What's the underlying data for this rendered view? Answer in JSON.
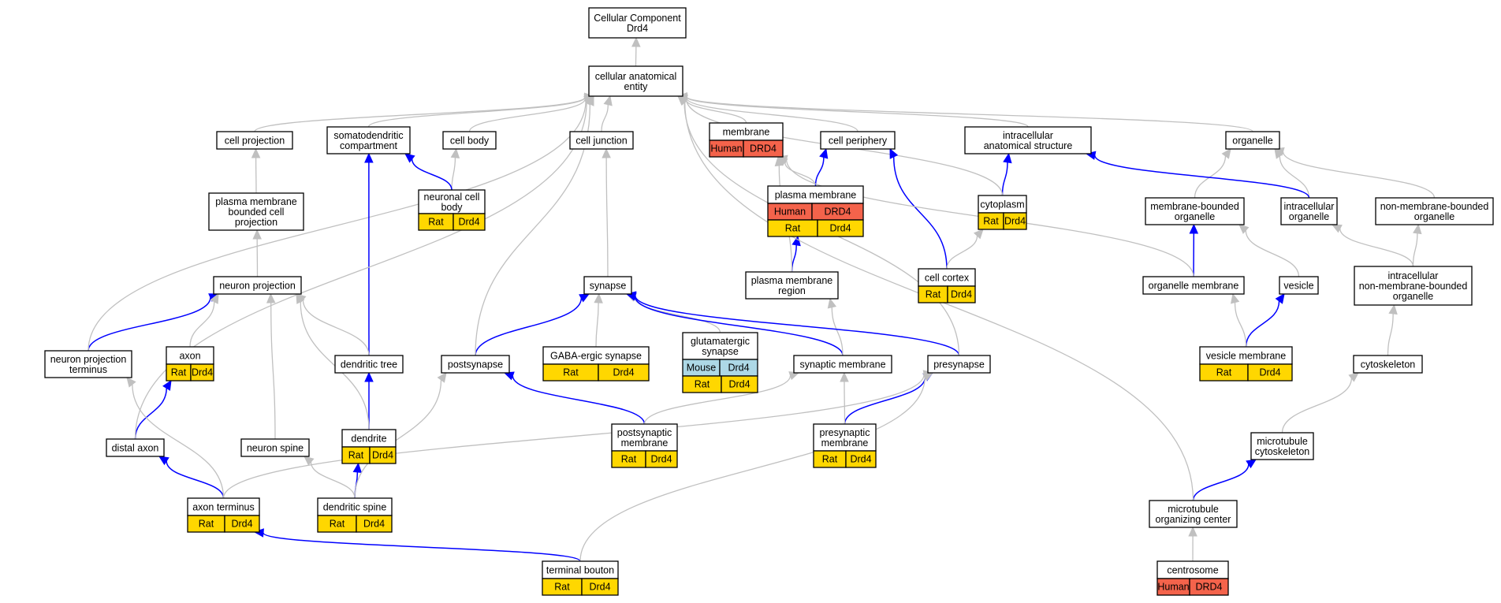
{
  "colors": {
    "human": "#f4634b",
    "rat": "#ffd700",
    "mouse": "#add8e6",
    "edge_isa": "#c0c0c0",
    "edge_partof": "#0000ff"
  },
  "nodes": [
    {
      "id": "root",
      "lines": [
        "Cellular Component",
        "Drd4"
      ],
      "ann": []
    },
    {
      "id": "cae",
      "lines": [
        "cellular anatomical",
        "entity"
      ],
      "ann": []
    },
    {
      "id": "cellproj",
      "lines": [
        "cell projection"
      ],
      "ann": []
    },
    {
      "id": "somato",
      "lines": [
        "somatodendritic",
        "compartment"
      ],
      "ann": []
    },
    {
      "id": "cellbody",
      "lines": [
        "cell body"
      ],
      "ann": []
    },
    {
      "id": "celljunc",
      "lines": [
        "cell junction"
      ],
      "ann": []
    },
    {
      "id": "membrane",
      "lines": [
        "membrane"
      ],
      "ann": [
        [
          {
            "t": "Human",
            "c": "human"
          },
          {
            "t": "DRD4",
            "c": "human"
          }
        ]
      ]
    },
    {
      "id": "cellper",
      "lines": [
        "cell periphery"
      ],
      "ann": []
    },
    {
      "id": "ias",
      "lines": [
        "intracellular",
        "anatomical structure"
      ],
      "ann": []
    },
    {
      "id": "organelle",
      "lines": [
        "organelle"
      ],
      "ann": []
    },
    {
      "id": "pmbcp",
      "lines": [
        "plasma membrane",
        "bounded cell",
        "projection"
      ],
      "ann": []
    },
    {
      "id": "ncb",
      "lines": [
        "neuronal cell",
        "body"
      ],
      "ann": [
        [
          {
            "t": "Rat",
            "c": "rat"
          },
          {
            "t": "Drd4",
            "c": "rat"
          }
        ]
      ]
    },
    {
      "id": "pm",
      "lines": [
        "plasma membrane"
      ],
      "ann": [
        [
          {
            "t": "Human",
            "c": "human"
          },
          {
            "t": "DRD4",
            "c": "human"
          }
        ],
        [
          {
            "t": "Rat",
            "c": "rat"
          },
          {
            "t": "Drd4",
            "c": "rat"
          }
        ]
      ]
    },
    {
      "id": "cytoplasm",
      "lines": [
        "cytoplasm"
      ],
      "ann": [
        [
          {
            "t": "Rat",
            "c": "rat"
          },
          {
            "t": "Drd4",
            "c": "rat"
          }
        ]
      ]
    },
    {
      "id": "mbo",
      "lines": [
        "membrane-bounded",
        "organelle"
      ],
      "ann": []
    },
    {
      "id": "intorg",
      "lines": [
        "intracellular",
        "organelle"
      ],
      "ann": []
    },
    {
      "id": "nmbo",
      "lines": [
        "non-membrane-bounded",
        "organelle"
      ],
      "ann": []
    },
    {
      "id": "neuproj",
      "lines": [
        "neuron projection"
      ],
      "ann": []
    },
    {
      "id": "synapse",
      "lines": [
        "synapse"
      ],
      "ann": []
    },
    {
      "id": "pmr",
      "lines": [
        "plasma membrane",
        "region"
      ],
      "ann": []
    },
    {
      "id": "cortex",
      "lines": [
        "cell cortex"
      ],
      "ann": [
        [
          {
            "t": "Rat",
            "c": "rat"
          },
          {
            "t": "Drd4",
            "c": "rat"
          }
        ]
      ]
    },
    {
      "id": "orgmem",
      "lines": [
        "organelle membrane"
      ],
      "ann": []
    },
    {
      "id": "vesicle",
      "lines": [
        "vesicle"
      ],
      "ann": []
    },
    {
      "id": "inmbo",
      "lines": [
        "intracellular",
        "non-membrane-bounded",
        "organelle"
      ],
      "ann": []
    },
    {
      "id": "npt",
      "lines": [
        "neuron projection",
        "terminus"
      ],
      "ann": []
    },
    {
      "id": "axon",
      "lines": [
        "axon"
      ],
      "ann": [
        [
          {
            "t": "Rat",
            "c": "rat"
          },
          {
            "t": "Drd4",
            "c": "rat"
          }
        ]
      ]
    },
    {
      "id": "dtree",
      "lines": [
        "dendritic tree"
      ],
      "ann": []
    },
    {
      "id": "postsyn",
      "lines": [
        "postsynapse"
      ],
      "ann": []
    },
    {
      "id": "gaba",
      "lines": [
        "GABA-ergic synapse"
      ],
      "ann": [
        [
          {
            "t": "Rat",
            "c": "rat"
          },
          {
            "t": "Drd4",
            "c": "rat"
          }
        ]
      ]
    },
    {
      "id": "glut",
      "lines": [
        "glutamatergic",
        "synapse"
      ],
      "ann": [
        [
          {
            "t": "Mouse",
            "c": "mouse"
          },
          {
            "t": "Drd4",
            "c": "mouse"
          }
        ],
        [
          {
            "t": "Rat",
            "c": "rat"
          },
          {
            "t": "Drd4",
            "c": "rat"
          }
        ]
      ]
    },
    {
      "id": "synmem",
      "lines": [
        "synaptic membrane"
      ],
      "ann": []
    },
    {
      "id": "presyn",
      "lines": [
        "presynapse"
      ],
      "ann": []
    },
    {
      "id": "vesmem",
      "lines": [
        "vesicle membrane"
      ],
      "ann": [
        [
          {
            "t": "Rat",
            "c": "rat"
          },
          {
            "t": "Drd4",
            "c": "rat"
          }
        ]
      ]
    },
    {
      "id": "cytosk",
      "lines": [
        "cytoskeleton"
      ],
      "ann": []
    },
    {
      "id": "dendrite",
      "lines": [
        "dendrite"
      ],
      "ann": [
        [
          {
            "t": "Rat",
            "c": "rat"
          },
          {
            "t": "Drd4",
            "c": "rat"
          }
        ]
      ]
    },
    {
      "id": "daxon",
      "lines": [
        "distal axon"
      ],
      "ann": []
    },
    {
      "id": "nspine",
      "lines": [
        "neuron spine"
      ],
      "ann": []
    },
    {
      "id": "psm",
      "lines": [
        "postsynaptic",
        "membrane"
      ],
      "ann": [
        [
          {
            "t": "Rat",
            "c": "rat"
          },
          {
            "t": "Drd4",
            "c": "rat"
          }
        ]
      ]
    },
    {
      "id": "prsm",
      "lines": [
        "presynaptic",
        "membrane"
      ],
      "ann": [
        [
          {
            "t": "Rat",
            "c": "rat"
          },
          {
            "t": "Drd4",
            "c": "rat"
          }
        ]
      ]
    },
    {
      "id": "mtcs",
      "lines": [
        "microtubule",
        "cytoskeleton"
      ],
      "ann": []
    },
    {
      "id": "aterm",
      "lines": [
        "axon terminus"
      ],
      "ann": [
        [
          {
            "t": "Rat",
            "c": "rat"
          },
          {
            "t": "Drd4",
            "c": "rat"
          }
        ]
      ]
    },
    {
      "id": "dspine",
      "lines": [
        "dendritic spine"
      ],
      "ann": [
        [
          {
            "t": "Rat",
            "c": "rat"
          },
          {
            "t": "Drd4",
            "c": "rat"
          }
        ]
      ]
    },
    {
      "id": "mtoc",
      "lines": [
        "microtubule",
        "organizing center"
      ],
      "ann": []
    },
    {
      "id": "tbouton",
      "lines": [
        "terminal bouton"
      ],
      "ann": [
        [
          {
            "t": "Rat",
            "c": "rat"
          },
          {
            "t": "Drd4",
            "c": "rat"
          }
        ]
      ]
    },
    {
      "id": "centrosome",
      "lines": [
        "centrosome"
      ],
      "ann": [
        [
          {
            "t": "Human",
            "c": "human"
          },
          {
            "t": "DRD4",
            "c": "human"
          }
        ]
      ]
    }
  ],
  "edges": [
    {
      "from": "cae",
      "to": "root",
      "type": "gray"
    },
    {
      "from": "cellproj",
      "to": "cae",
      "type": "gray"
    },
    {
      "from": "somato",
      "to": "cae",
      "type": "gray"
    },
    {
      "from": "cellbody",
      "to": "cae",
      "type": "gray"
    },
    {
      "from": "celljunc",
      "to": "cae",
      "type": "gray"
    },
    {
      "from": "membrane",
      "to": "cae",
      "type": "gray"
    },
    {
      "from": "cellper",
      "to": "cae",
      "type": "gray"
    },
    {
      "from": "ias",
      "to": "cae",
      "type": "gray"
    },
    {
      "from": "organelle",
      "to": "cae",
      "type": "gray"
    },
    {
      "from": "pmbcp",
      "to": "cellproj",
      "type": "gray"
    },
    {
      "from": "ncb",
      "to": "cellbody",
      "type": "gray"
    },
    {
      "from": "ncb",
      "to": "somato",
      "type": "blue"
    },
    {
      "from": "pm",
      "to": "membrane",
      "type": "gray"
    },
    {
      "from": "pm",
      "to": "cellper",
      "type": "blue"
    },
    {
      "from": "cytoplasm",
      "to": "ias",
      "type": "blue"
    },
    {
      "from": "cytoplasm",
      "to": "cae",
      "type": "gray"
    },
    {
      "from": "mbo",
      "to": "organelle",
      "type": "gray"
    },
    {
      "from": "intorg",
      "to": "organelle",
      "type": "gray"
    },
    {
      "from": "intorg",
      "to": "ias",
      "type": "blue"
    },
    {
      "from": "nmbo",
      "to": "organelle",
      "type": "gray"
    },
    {
      "from": "neuproj",
      "to": "pmbcp",
      "type": "gray"
    },
    {
      "from": "synapse",
      "to": "celljunc",
      "type": "gray"
    },
    {
      "from": "pmr",
      "to": "pm",
      "type": "blue"
    },
    {
      "from": "pmr",
      "to": "membrane",
      "type": "gray"
    },
    {
      "from": "cortex",
      "to": "cellper",
      "type": "blue"
    },
    {
      "from": "cortex",
      "to": "cytoplasm",
      "type": "gray"
    },
    {
      "from": "orgmem",
      "to": "mbo",
      "type": "blue"
    },
    {
      "from": "orgmem",
      "to": "membrane",
      "type": "gray"
    },
    {
      "from": "vesicle",
      "to": "mbo",
      "type": "gray"
    },
    {
      "from": "inmbo",
      "to": "nmbo",
      "type": "gray"
    },
    {
      "from": "inmbo",
      "to": "intorg",
      "type": "gray"
    },
    {
      "from": "npt",
      "to": "neuproj",
      "type": "blue"
    },
    {
      "from": "npt",
      "to": "cae",
      "type": "gray"
    },
    {
      "from": "axon",
      "to": "neuproj",
      "type": "gray"
    },
    {
      "from": "dtree",
      "to": "somato",
      "type": "blue"
    },
    {
      "from": "dtree",
      "to": "neuproj",
      "type": "gray"
    },
    {
      "from": "postsyn",
      "to": "synapse",
      "type": "blue"
    },
    {
      "from": "postsyn",
      "to": "cae",
      "type": "gray"
    },
    {
      "from": "gaba",
      "to": "synapse",
      "type": "gray"
    },
    {
      "from": "glut",
      "to": "synapse",
      "type": "gray"
    },
    {
      "from": "synmem",
      "to": "synapse",
      "type": "blue"
    },
    {
      "from": "synmem",
      "to": "pmr",
      "type": "gray"
    },
    {
      "from": "presyn",
      "to": "synapse",
      "type": "blue"
    },
    {
      "from": "presyn",
      "to": "cae",
      "type": "gray"
    },
    {
      "from": "vesmem",
      "to": "vesicle",
      "type": "blue"
    },
    {
      "from": "vesmem",
      "to": "orgmem",
      "type": "gray"
    },
    {
      "from": "cytosk",
      "to": "inmbo",
      "type": "gray"
    },
    {
      "from": "dendrite",
      "to": "dtree",
      "type": "blue"
    },
    {
      "from": "dendrite",
      "to": "neuproj",
      "type": "gray"
    },
    {
      "from": "daxon",
      "to": "axon",
      "type": "blue"
    },
    {
      "from": "daxon",
      "to": "cae",
      "type": "gray"
    },
    {
      "from": "nspine",
      "to": "neuproj",
      "type": "gray"
    },
    {
      "from": "psm",
      "to": "postsyn",
      "type": "blue"
    },
    {
      "from": "psm",
      "to": "synmem",
      "type": "gray"
    },
    {
      "from": "prsm",
      "to": "presyn",
      "type": "blue"
    },
    {
      "from": "prsm",
      "to": "synmem",
      "type": "gray"
    },
    {
      "from": "mtcs",
      "to": "cytosk",
      "type": "gray"
    },
    {
      "from": "aterm",
      "to": "daxon",
      "type": "blue"
    },
    {
      "from": "aterm",
      "to": "npt",
      "type": "gray"
    },
    {
      "from": "aterm",
      "to": "presyn",
      "type": "gray"
    },
    {
      "from": "dspine",
      "to": "dendrite",
      "type": "blue"
    },
    {
      "from": "dspine",
      "to": "nspine",
      "type": "gray"
    },
    {
      "from": "dspine",
      "to": "postsyn",
      "type": "gray"
    },
    {
      "from": "mtoc",
      "to": "mtcs",
      "type": "blue"
    },
    {
      "from": "mtoc",
      "to": "cae",
      "type": "gray"
    },
    {
      "from": "tbouton",
      "to": "aterm",
      "type": "blue"
    },
    {
      "from": "tbouton",
      "to": "presyn",
      "type": "gray"
    },
    {
      "from": "centrosome",
      "to": "mtoc",
      "type": "gray"
    }
  ]
}
